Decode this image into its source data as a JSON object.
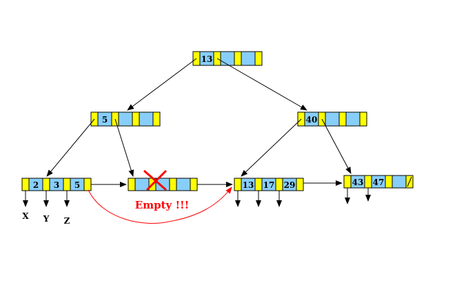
{
  "colors": {
    "pointer_slot": "#ffff00",
    "key_slot": "#87cefa",
    "outline": "#000000",
    "highlight": "#ff0000"
  },
  "nodes": {
    "root": {
      "keys": [
        "13"
      ]
    },
    "inner_left": {
      "keys": [
        "5"
      ]
    },
    "inner_right": {
      "keys": [
        "40"
      ]
    },
    "leaf_1": {
      "keys": [
        "2",
        "3",
        "5"
      ]
    },
    "leaf_2": {
      "keys": []
    },
    "leaf_3": {
      "keys": [
        "13",
        "17",
        "29"
      ]
    },
    "leaf_4": {
      "keys": [
        "43",
        "47"
      ]
    }
  },
  "record_labels": [
    "X",
    "Y",
    "Z"
  ],
  "annotation": {
    "empty_label": "Empty !!!"
  }
}
